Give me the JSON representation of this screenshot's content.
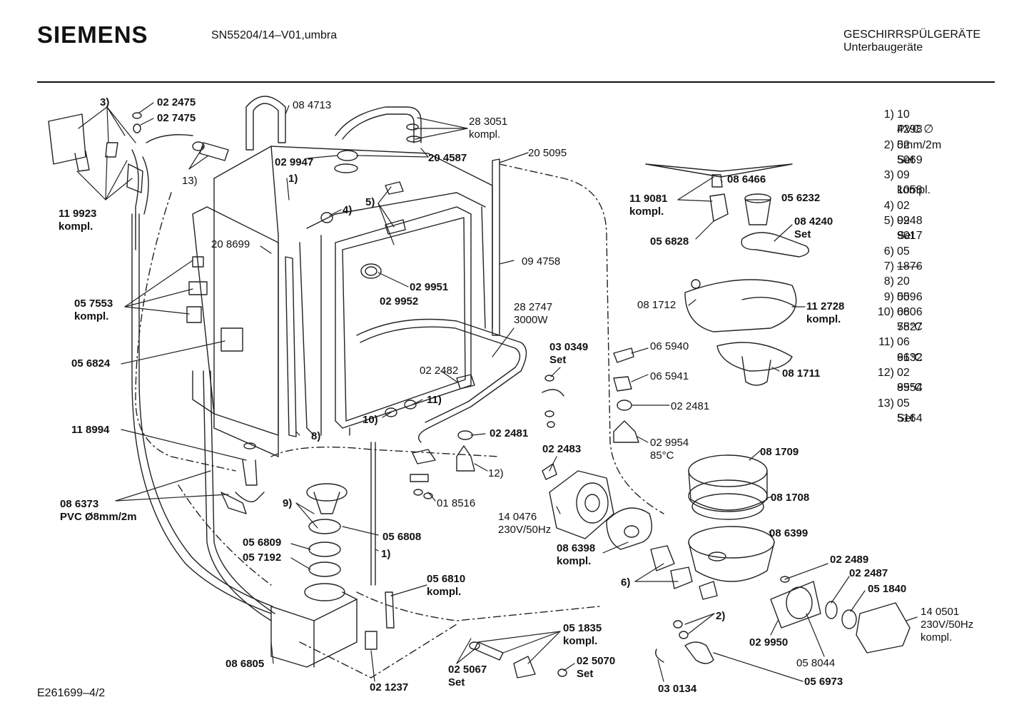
{
  "header": {
    "brand": "SIEMENS",
    "model": "SN55204/14–V01,umbra",
    "category": "GESCHIRRSPÜLGERÄTE",
    "subcategory": "Unterbaugeräte"
  },
  "footer": {
    "code": "E261699–4/2"
  },
  "legend": [
    {
      "num": "1)",
      "lines": [
        "10 4298",
        "PVC ∅ 5mm/2m"
      ]
    },
    {
      "num": "2)",
      "lines": [
        "02 5069",
        "Set"
      ]
    },
    {
      "num": "3)",
      "lines": [
        "09 1058",
        "kompl."
      ]
    },
    {
      "num": "4)",
      "lines": [
        "02 9948"
      ]
    },
    {
      "num": "5)",
      "lines": [
        "02 9017",
        "Set"
      ]
    },
    {
      "num": "6)",
      "lines": [
        "05 1876"
      ]
    },
    {
      "num": "7)",
      "lines": [
        "——"
      ]
    },
    {
      "num": "8)",
      "lines": [
        "20 5096"
      ]
    },
    {
      "num": "9)",
      "lines": [
        "05 6806"
      ]
    },
    {
      "num": "10)",
      "lines": [
        "06 7827",
        "55°C"
      ]
    },
    {
      "num": "11)",
      "lines": [
        "06 9132",
        "66°C"
      ]
    },
    {
      "num": "12)",
      "lines": [
        "02 9954",
        "85°C"
      ]
    },
    {
      "num": "13)",
      "lines": [
        "05 5164",
        "Set"
      ]
    }
  ],
  "labels": [
    {
      "id": "l3",
      "lines": [
        "3)"
      ],
      "bold": true
    },
    {
      "id": "p022475",
      "lines": [
        "02 2475"
      ],
      "bold": true
    },
    {
      "id": "p027475",
      "lines": [
        "02 7475"
      ],
      "bold": true
    },
    {
      "id": "p084713",
      "lines": [
        "08 4713"
      ],
      "bold": false
    },
    {
      "id": "p283051",
      "lines": [
        "28 3051",
        "kompl."
      ],
      "bold": false
    },
    {
      "id": "p029947",
      "lines": [
        "02 9947"
      ],
      "bold": true
    },
    {
      "id": "p204587",
      "lines": [
        "20 4587"
      ],
      "bold": true
    },
    {
      "id": "p205095",
      "lines": [
        "20 5095"
      ],
      "bold": false
    },
    {
      "id": "l13",
      "lines": [
        "13)"
      ],
      "bold": false
    },
    {
      "id": "l1a",
      "lines": [
        "1)"
      ],
      "bold": true
    },
    {
      "id": "l4",
      "lines": [
        "4)"
      ],
      "bold": true
    },
    {
      "id": "l5",
      "lines": [
        "5)"
      ],
      "bold": true
    },
    {
      "id": "p119923",
      "lines": [
        "11 9923",
        "kompl."
      ],
      "bold": true
    },
    {
      "id": "p208699",
      "lines": [
        "20 8699"
      ],
      "bold": false
    },
    {
      "id": "p094758",
      "lines": [
        "09 4758"
      ],
      "bold": false
    },
    {
      "id": "p029951",
      "lines": [
        "02 9951"
      ],
      "bold": true
    },
    {
      "id": "p029952",
      "lines": [
        "02 9952"
      ],
      "bold": true
    },
    {
      "id": "p057553",
      "lines": [
        "05 7553",
        "kompl."
      ],
      "bold": true
    },
    {
      "id": "p282747",
      "lines": [
        "28 2747",
        "3000W"
      ],
      "bold": false
    },
    {
      "id": "p056824",
      "lines": [
        "05 6824"
      ],
      "bold": true
    },
    {
      "id": "p030349",
      "lines": [
        "03 0349",
        "Set"
      ],
      "bold": true
    },
    {
      "id": "p022482",
      "lines": [
        "02 2482"
      ],
      "bold": false
    },
    {
      "id": "l11",
      "lines": [
        "11)"
      ],
      "bold": true
    },
    {
      "id": "l10",
      "lines": [
        "10)"
      ],
      "bold": true
    },
    {
      "id": "p118994",
      "lines": [
        "11 8994"
      ],
      "bold": true
    },
    {
      "id": "l8",
      "lines": [
        "8)"
      ],
      "bold": true
    },
    {
      "id": "p022481a",
      "lines": [
        "02 2481"
      ],
      "bold": true
    },
    {
      "id": "p022483",
      "lines": [
        "02 2483"
      ],
      "bold": true
    },
    {
      "id": "l12",
      "lines": [
        "12)"
      ],
      "bold": false
    },
    {
      "id": "p086373",
      "lines": [
        "08 6373",
        "PVC Ø8mm/2m"
      ],
      "bold": true
    },
    {
      "id": "l9",
      "lines": [
        "9)"
      ],
      "bold": true
    },
    {
      "id": "p018516",
      "lines": [
        "01 8516"
      ],
      "bold": false
    },
    {
      "id": "p140476",
      "lines": [
        "14 0476",
        "230V/50Hz"
      ],
      "bold": false
    },
    {
      "id": "p056808",
      "lines": [
        "05 6808"
      ],
      "bold": true
    },
    {
      "id": "p056809",
      "lines": [
        "05 6809"
      ],
      "bold": true
    },
    {
      "id": "p057192",
      "lines": [
        "05 7192"
      ],
      "bold": true
    },
    {
      "id": "l1b",
      "lines": [
        "1)"
      ],
      "bold": true
    },
    {
      "id": "p056810",
      "lines": [
        "05 6810",
        "kompl."
      ],
      "bold": true
    },
    {
      "id": "p086398",
      "lines": [
        "08 6398",
        "kompl."
      ],
      "bold": true
    },
    {
      "id": "l6",
      "lines": [
        "6)"
      ],
      "bold": true
    },
    {
      "id": "p086805",
      "lines": [
        "08 6805"
      ],
      "bold": true
    },
    {
      "id": "p051835",
      "lines": [
        "05 1835",
        "kompl."
      ],
      "bold": true
    },
    {
      "id": "p025067",
      "lines": [
        "02 5067",
        "Set"
      ],
      "bold": true
    },
    {
      "id": "p025070",
      "lines": [
        "02 5070",
        "Set"
      ],
      "bold": true
    },
    {
      "id": "p021237",
      "lines": [
        "02 1237"
      ],
      "bold": true
    },
    {
      "id": "p086466",
      "lines": [
        "08 6466"
      ],
      "bold": true
    },
    {
      "id": "p119081",
      "lines": [
        "11 9081",
        "kompl."
      ],
      "bold": true
    },
    {
      "id": "p056232",
      "lines": [
        "05 6232"
      ],
      "bold": true
    },
    {
      "id": "p084240",
      "lines": [
        "08 4240",
        "Set"
      ],
      "bold": true
    },
    {
      "id": "p056828",
      "lines": [
        "05 6828"
      ],
      "bold": true
    },
    {
      "id": "p081712",
      "lines": [
        "08 1712"
      ],
      "bold": false
    },
    {
      "id": "p112728",
      "lines": [
        "11 2728",
        "kompl."
      ],
      "bold": true
    },
    {
      "id": "p065940",
      "lines": [
        "06 5940"
      ],
      "bold": false
    },
    {
      "id": "p065941",
      "lines": [
        "06 5941"
      ],
      "bold": false
    },
    {
      "id": "p081711",
      "lines": [
        "08 1711"
      ],
      "bold": true
    },
    {
      "id": "p022481b",
      "lines": [
        "02 2481"
      ],
      "bold": false
    },
    {
      "id": "p029954",
      "lines": [
        "02 9954",
        "85°C"
      ],
      "bold": false
    },
    {
      "id": "p081709",
      "lines": [
        "08 1709"
      ],
      "bold": true
    },
    {
      "id": "p081708",
      "lines": [
        "08 1708"
      ],
      "bold": true
    },
    {
      "id": "p086399",
      "lines": [
        "08 6399"
      ],
      "bold": true
    },
    {
      "id": "p022489",
      "lines": [
        "02 2489"
      ],
      "bold": true
    },
    {
      "id": "p022487",
      "lines": [
        "02 2487"
      ],
      "bold": true
    },
    {
      "id": "p051840",
      "lines": [
        "05 1840"
      ],
      "bold": true
    },
    {
      "id": "l2",
      "lines": [
        "2)"
      ],
      "bold": true
    },
    {
      "id": "p140501",
      "lines": [
        "14 0501",
        "230V/50Hz",
        "kompl."
      ],
      "bold": false
    },
    {
      "id": "p029950",
      "lines": [
        "02 9950"
      ],
      "bold": true
    },
    {
      "id": "p058044",
      "lines": [
        "05 8044"
      ],
      "bold": false
    },
    {
      "id": "p030134",
      "lines": [
        "03 0134"
      ],
      "bold": true
    },
    {
      "id": "p056973",
      "lines": [
        "05 6973"
      ],
      "bold": true
    }
  ]
}
